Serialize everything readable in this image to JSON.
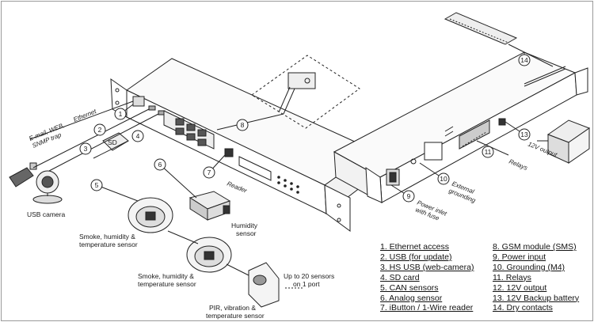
{
  "callouts": {
    "c1": "1",
    "c2": "2",
    "c3": "3",
    "c4": "4",
    "c5": "5",
    "c6": "6",
    "c7": "7",
    "c8": "8",
    "c10": "10",
    "c11": "11",
    "c13": "13",
    "c14": "14",
    "c9": "9"
  },
  "labels": {
    "ethernet": "Ethernet",
    "email": "E-mail, WEB,",
    "snmp": "SNMP trap",
    "sd": "SD",
    "usb_camera": "USB camera",
    "smoke1_a": "Smoke, humidity &",
    "smoke1_b": "temperature sensor",
    "smoke2_a": "Smoke, humidity &",
    "smoke2_b": "temperature sensor",
    "pir_a": "PIR, vibration &",
    "pir_b": "temperature sensor",
    "humidity_a": "Humidity",
    "humidity_b": "sensor",
    "reader": "Reader",
    "upto_a": "Up to 20 sensors",
    "upto_b": "on 1 port",
    "power_a": "Power inlet",
    "power_b": "with fuse",
    "ground_a": "External",
    "ground_b": "grounding",
    "relays": "Relays",
    "out12": "12V output"
  },
  "legend_left": [
    "1. Ethernet access",
    "2. USB (for update)",
    "3. HS USB (web-camera)",
    "4. SD card",
    "5. CAN sensors",
    "6. Analog sensor",
    "7. iButton / 1-Wire reader"
  ],
  "legend_right": [
    "8. GSM module (SMS)",
    "9. Power input",
    "10. Grounding (M4)",
    "11. Relays",
    "12. 12V output",
    "13. 12V Backup battery",
    "14. Dry contacts"
  ]
}
